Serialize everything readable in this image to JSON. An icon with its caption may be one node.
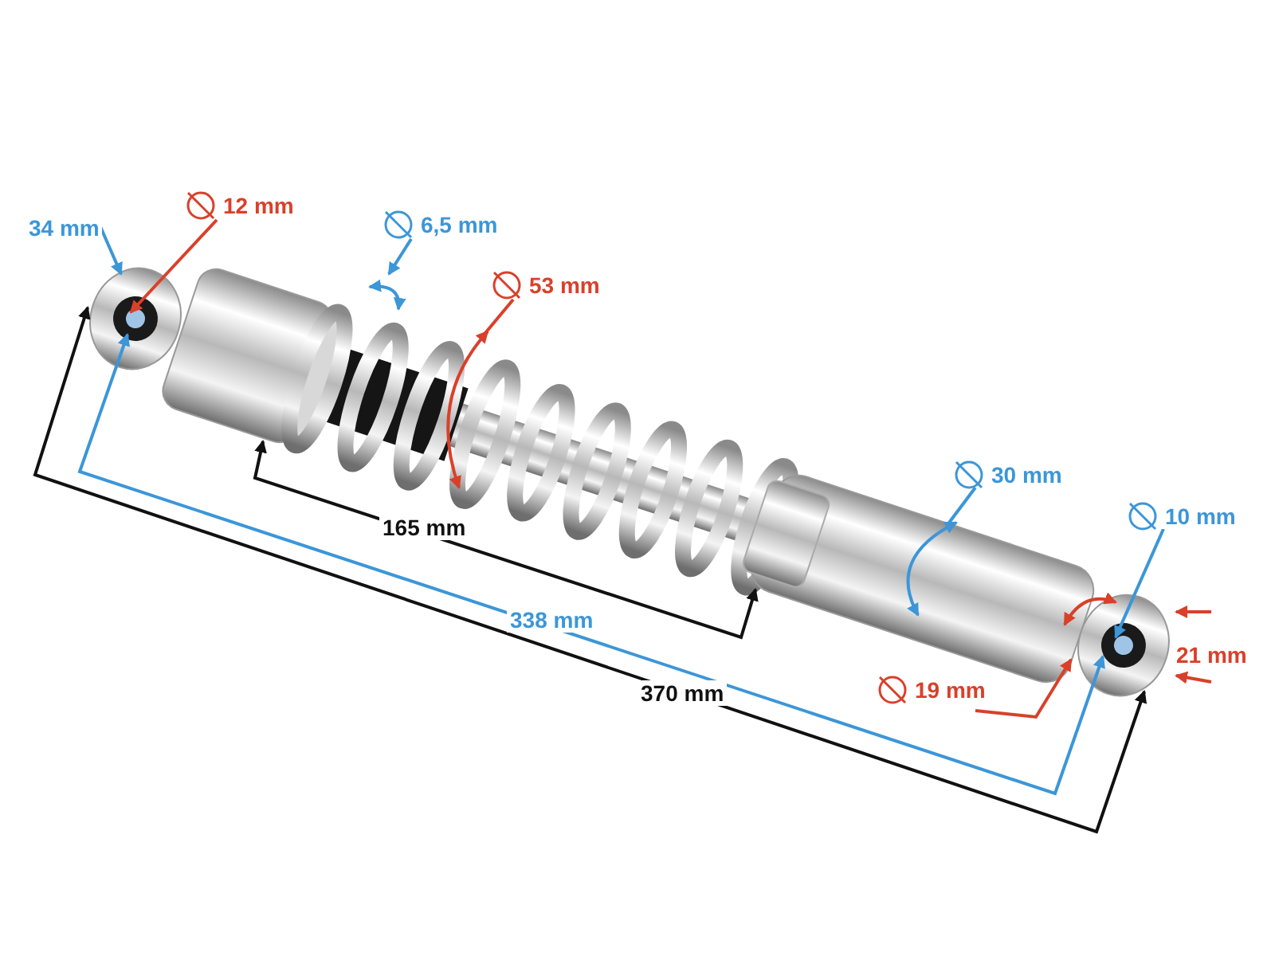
{
  "diagram": {
    "labels": [
      "12 mm",
      "6,5 mm",
      "34 mm",
      "53 mm",
      "30 mm",
      "10 mm",
      "165 mm",
      "338 mm",
      "19 mm",
      "21 mm",
      "370 mm"
    ]
  }
}
